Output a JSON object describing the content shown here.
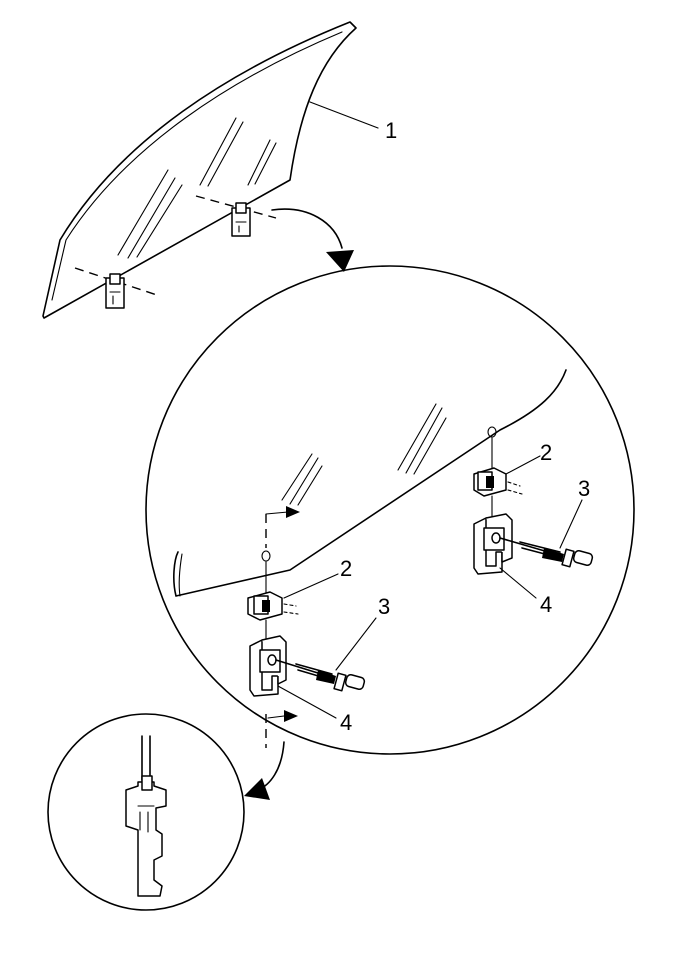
{
  "callouts": {
    "glass": "1",
    "upper_clip_left": "2",
    "upper_clip_right": "2",
    "bolt_left": "3",
    "bolt_right": "3",
    "bracket_left": "4",
    "bracket_right": "4"
  },
  "colors": {
    "line": "#000000",
    "background": "#ffffff",
    "accent_fill": "#000000"
  }
}
